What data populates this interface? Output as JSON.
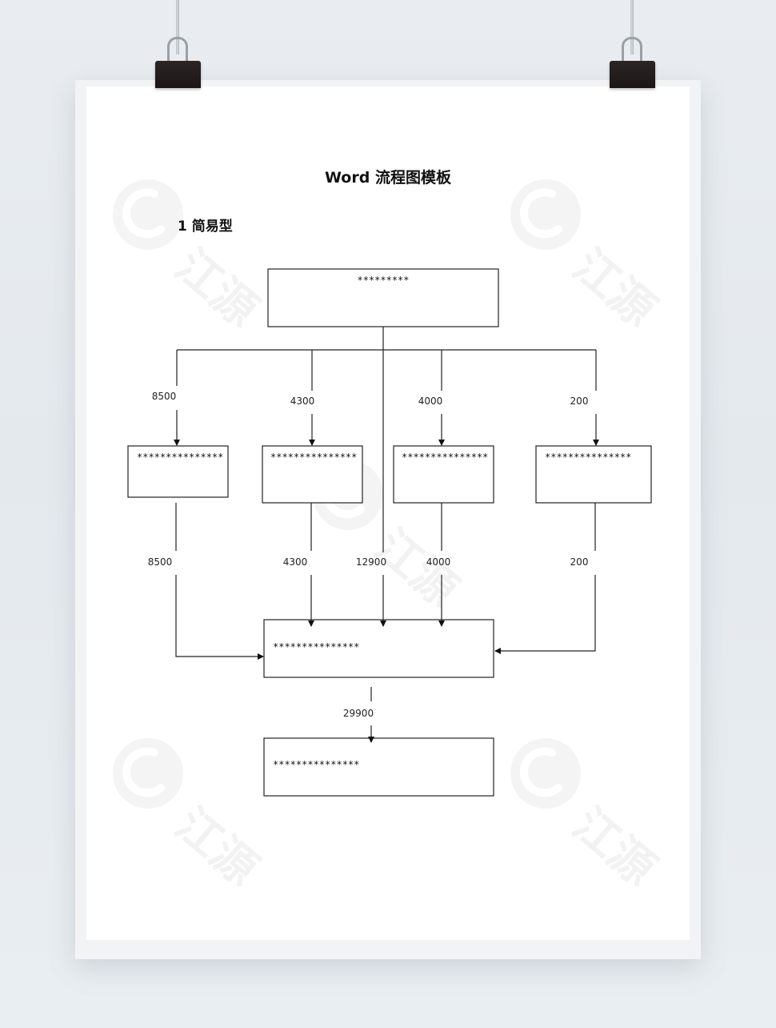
{
  "document": {
    "title": "Word 流程图模板",
    "section_heading": "1  简易型"
  },
  "flowchart": {
    "top_box": "*********",
    "branch_boxes": [
      "***************",
      "***************",
      "***************",
      "***************"
    ],
    "merge_box": "***************",
    "final_box": "***************",
    "branch_input_labels": [
      "8500",
      "4300",
      "4000",
      "200"
    ],
    "branch_output_labels": [
      "8500",
      "4300",
      "4000",
      "200"
    ],
    "direct_label": "12900",
    "total_label": "29900"
  },
  "watermark": {
    "text": "江源",
    "color": "#e6e6e6"
  }
}
